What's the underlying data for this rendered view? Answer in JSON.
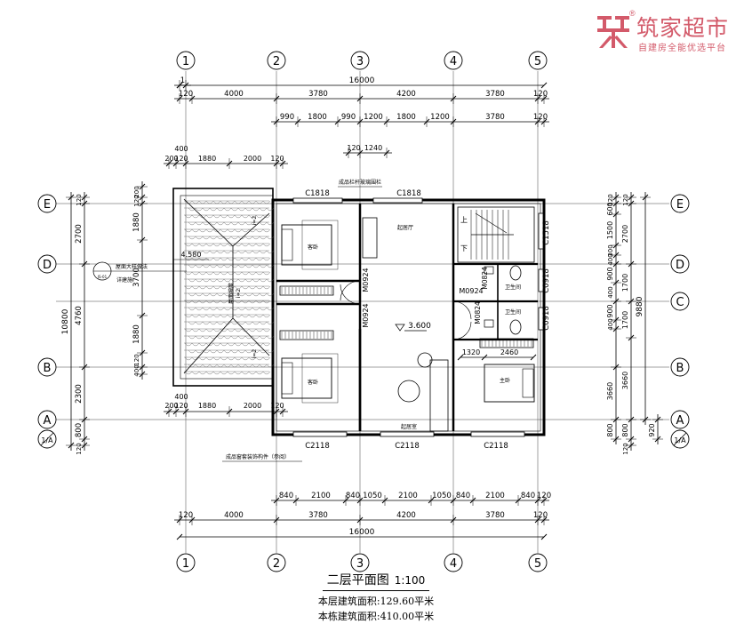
{
  "logo": {
    "name": "筑家超市",
    "registered": "®",
    "slogan": "自建房全能优选平台"
  },
  "axes": {
    "columns": [
      "1",
      "2",
      "3",
      "4",
      "5"
    ],
    "rows": [
      "E",
      "D",
      "C",
      "B",
      "A"
    ],
    "sub_axis": "1/A"
  },
  "dimensions": {
    "top_total": "16000",
    "top_spans": [
      "120",
      "4000",
      "3780",
      "4200",
      "3780",
      "120"
    ],
    "top_details": [
      "990",
      "1800",
      "990",
      "1200",
      "1800",
      "1200",
      "3780",
      "120"
    ],
    "top_small": [
      "120",
      "1240"
    ],
    "terrace_top": [
      "400",
      "200",
      "120",
      "1880",
      "2000",
      "120"
    ],
    "terrace_bottom": [
      "400",
      "200",
      "120",
      "1880",
      "2000",
      "120"
    ],
    "bottom_details": [
      "840",
      "2100",
      "840",
      "1050",
      "2100",
      "1050",
      "840",
      "2100",
      "840",
      "120"
    ],
    "bottom_spans": [
      "120",
      "4000",
      "3780",
      "4200",
      "3780",
      "120"
    ],
    "bottom_total": "16000",
    "left_outer": [
      "120",
      "2700",
      "4760",
      "2300",
      "800",
      "120"
    ],
    "left_total": "10800",
    "left_inner": [
      "200",
      "120",
      "1880",
      "3700",
      "1880",
      "120",
      "400"
    ],
    "right_inner": [
      "120",
      "600",
      "1500",
      "300",
      "400",
      "900",
      "400",
      "900",
      "400",
      "3660",
      "800",
      "120"
    ],
    "right_mid": [
      "120",
      "2700",
      "1700",
      "1700",
      "3660",
      "800",
      "120"
    ],
    "right_total": "9880",
    "right_outer": [
      "920"
    ]
  },
  "labels": {
    "windows": [
      "C1818",
      "C1818",
      "C1518",
      "C0918",
      "C0918",
      "C2118",
      "C2118",
      "C2118"
    ],
    "doors": [
      "M0924",
      "M0924",
      "M0924",
      "M0824",
      "M0824"
    ],
    "rooms": [
      "客卧",
      "起居厅",
      "卫生间",
      "卫生间",
      "主卧",
      "客卧",
      "起居室"
    ],
    "level": "3.600",
    "terrace_label_1": "屋面坡度",
    "terrace_slope": "i=2",
    "slope_2": "i=2",
    "slope_3": "i=2",
    "note_top": "成品栏杆玻璃围栏",
    "note_bottom": "成品窗套装饰构件（参阅）",
    "note_left_1": "屋面大样做法",
    "note_left_2": "详建施",
    "note_left_sub": "JS-01",
    "stair_up": "上",
    "stair_down": "下",
    "elev": "4.580",
    "detail_1320": "1320",
    "detail_2460": "2460"
  },
  "title": {
    "main": "二层平面图",
    "scale": "1:100",
    "floor_area_label": "本层建筑面积:",
    "floor_area": "129.60平米",
    "total_area_label": "本栋建筑面积:",
    "total_area": "410.00平米"
  }
}
